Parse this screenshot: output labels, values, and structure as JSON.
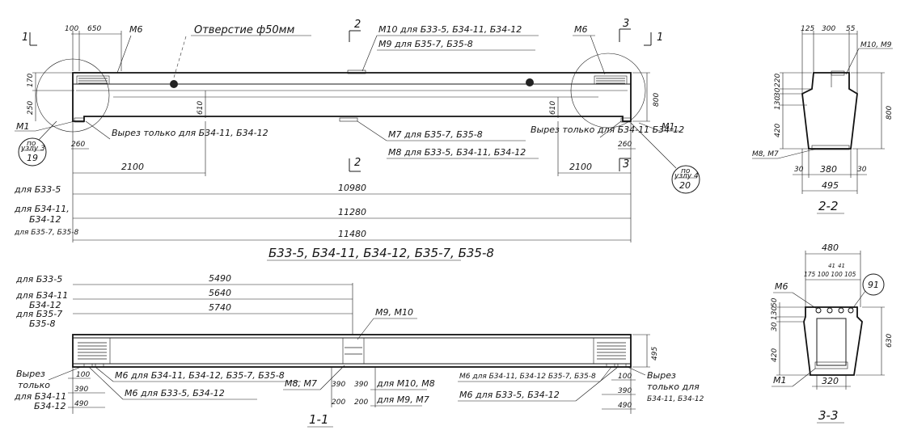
{
  "main_view": {
    "section_1_top": "1",
    "section_1_bottom": "1",
    "section_2_top": "2",
    "section_2_bottom": "2",
    "section_3_top": "3",
    "section_3_bottom": "3",
    "dim_100": "100",
    "dim_650": "650",
    "m6_left": "М6",
    "hole_label": "Отверстие ф50мм",
    "m10_label": "М10 для Б33-5, Б34-11, Б34-12",
    "m9_label": "М9 для Б35-7, Б35-8",
    "m6_right": "М6",
    "dim_170": "170",
    "dim_250": "250",
    "dim_610_left": "610",
    "dim_610_right": "610",
    "dim_800": "800",
    "m1_left": "М1",
    "m1_right": "М1",
    "cut_left": "Вырез только для Б34-11, Б34-12",
    "cut_right": "Вырез только для Б34-11 Б34-12",
    "m7_label": "М7 для Б35-7, Б35-8",
    "m8_label": "М8 для Б33-5, Б34-11, Б34-12",
    "dim_260_left": "260",
    "dim_260_right": "260",
    "node_left_line1": "по",
    "node_left_line2": "узлу 3",
    "node_left_line3": "19",
    "node_right_line1": "по",
    "node_right_line2": "узлу 4",
    "node_right_line3": "20",
    "dim_2100_left": "2100",
    "dim_2100_right": "2100",
    "len_label_1": "для Б33-5",
    "len_label_2a": "для Б34-11,",
    "len_label_2b": "Б34-12",
    "len_label_3": "для Б35-7, Б35-8",
    "len_1": "10980",
    "len_2": "11280",
    "len_3": "11480",
    "title": "Б33-5, Б34-11, Б34-12, Б35-7, Б35-8"
  },
  "plan_view": {
    "half_label_1": "для Б33-5",
    "half_label_2a": "для Б34-11",
    "half_label_2b": "Б34-12",
    "half_label_3a": "для Б35-7",
    "half_label_3b": "Б35-8",
    "half_1": "5490",
    "half_2": "5640",
    "half_3": "5740",
    "m9m10": "М9, М10",
    "dim_495": "495",
    "cut_left_line1": "Вырез",
    "cut_left_line2": "только",
    "cut_left_line3": "для Б34-11",
    "cut_left_line4": "Б34-12",
    "cut_right_line1": "Вырез",
    "cut_right_line2": "только для",
    "cut_right_line3": "Б34-11, Б34-12",
    "dim_100_left": "100",
    "dim_390_left": "390",
    "dim_490_left": "490",
    "dim_100_right": "100",
    "dim_390_right": "390",
    "dim_490_right": "490",
    "m6_note_left_1": "М6 для Б34-11, Б34-12, Б35-7, Б35-8",
    "m6_note_left_2": "М6 для Б33-5, Б34-12",
    "m6_note_right_1": "М6 для Б34-11, Б34-12 Б35-7, Б35-8",
    "m6_note_right_2": "М6 для Б33-5, Б34-12",
    "m8m7": "М8, М7",
    "dim_390a": "390",
    "dim_390b": "390",
    "dim_200a": "200",
    "dim_200b": "200",
    "for_m10m8": "для М10, М8",
    "for_m9m7": "для М9, М7",
    "caption": "1-1"
  },
  "section_2": {
    "d125": "125",
    "d300": "300",
    "d55": "55",
    "m10m9": "М10, М9",
    "d220": "220",
    "d30a": "30",
    "d130": "130",
    "d420": "420",
    "d800": "800",
    "m8m7": "М8, М7",
    "d30l": "30",
    "d380": "380",
    "d30r": "30",
    "d495": "495",
    "caption": "2-2"
  },
  "section_3": {
    "d480": "480",
    "top_dims": "175 100 100 105",
    "d41a": "41",
    "d41b": "41",
    "node": "91",
    "m6": "М6",
    "d50": "50",
    "d130": "130",
    "d30": "30",
    "d420": "420",
    "d630": "630",
    "m1": "М1",
    "d320": "320",
    "caption": "3-3"
  }
}
